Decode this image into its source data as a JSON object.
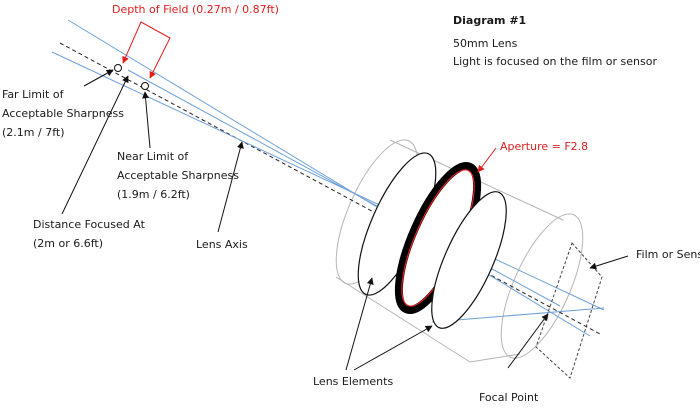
{
  "header": {
    "title": "Diagram #1",
    "lens": "50mm Lens",
    "description": "Light is focused on the film or sensor"
  },
  "labels": {
    "depth_of_field": "Depth of Field (0.27m / 0.87ft)",
    "far_limit": [
      "Far Limit of",
      "Acceptable Sharpness",
      "(2.1m / 7ft)"
    ],
    "near_limit": [
      "Near Limit of",
      "Acceptable Sharpness",
      "(1.9m / 6.2ft)"
    ],
    "distance_focused": [
      "Distance Focused At",
      "(2m or 6.6ft)"
    ],
    "lens_axis": "Lens Axis",
    "aperture": "Aperture = F2.8",
    "film_sensor": "Film or Sensor",
    "lens_elements": "Lens Elements",
    "focal_point": "Focal Point"
  },
  "colors": {
    "light_ray": "#6fa0d8",
    "accent_red": "#e01e1e",
    "outline": "#111111",
    "barrel": "#b5b5b5"
  }
}
